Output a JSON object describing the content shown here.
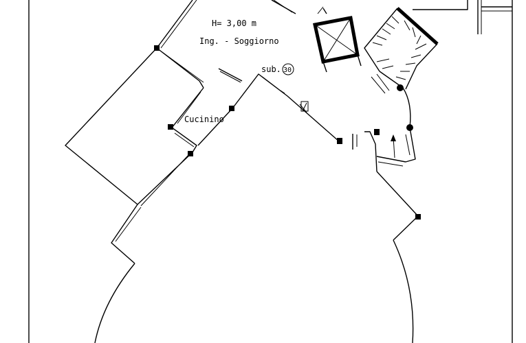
{
  "plan": {
    "height_label": "H= 3,00 m",
    "room_label": "Ing. - Soggiorno",
    "kitchen_label": "Cucinino",
    "sub_prefix": "sub.",
    "sub_number": "30"
  },
  "icons": {
    "stair_arrow": "arrow-icon",
    "column": "pillar-icon"
  }
}
